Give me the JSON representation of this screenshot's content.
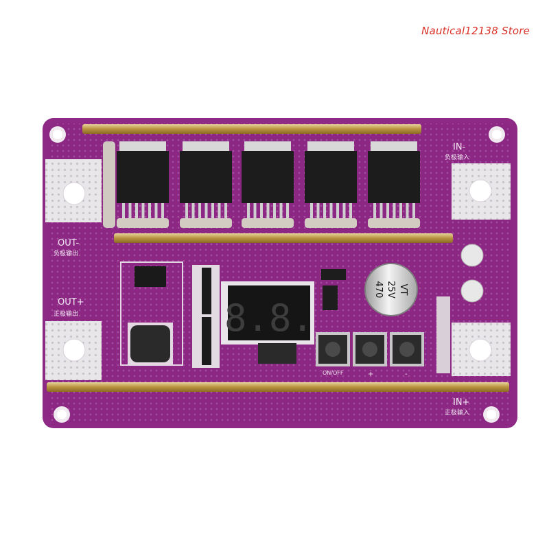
{
  "watermark": "Nautical12138 Store",
  "board": {
    "color": "#8e2a86",
    "labels": {
      "in_minus": "IN-",
      "in_minus_cn": "负极输入",
      "in_plus": "IN+",
      "in_plus_cn": "正极输入",
      "out_minus": "OUT-",
      "out_minus_cn": "负极输出",
      "out_plus": "OUT+",
      "out_plus_cn": "正极输出",
      "button_on_off": "ON/OFF",
      "button_plus": "+",
      "button_minus": "-"
    },
    "capacitor": {
      "value": "470",
      "voltage": "25V",
      "series": "VT"
    },
    "display_digits": "8.8."
  }
}
